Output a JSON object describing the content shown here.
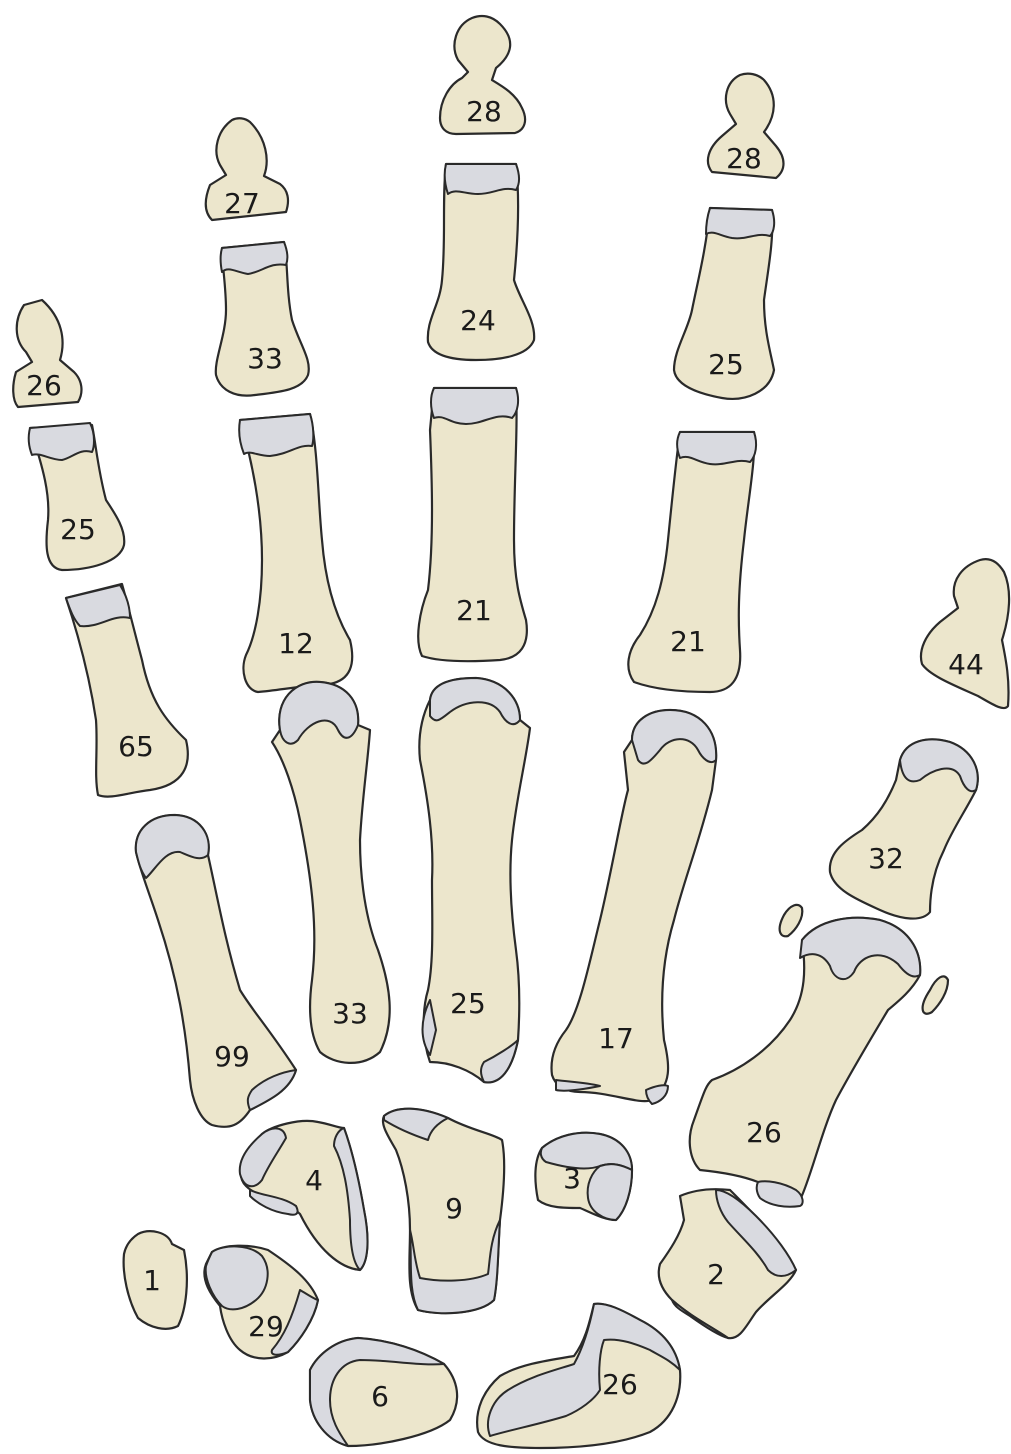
{
  "diagram": {
    "colors": {
      "bone": "#ece6cc",
      "cartilage": "#d9dae0",
      "outline": "#2a2a2a",
      "text": "#1a1a1a"
    },
    "labels": {
      "little_distal": "26",
      "little_middle": "25",
      "little_proximal": "65",
      "little_metacarpal": "99",
      "ring_distal": "27",
      "ring_middle": "33",
      "ring_proximal": "12",
      "ring_metacarpal": "33",
      "middle_distal": "28",
      "middle_middle": "24",
      "middle_proximal": "21",
      "middle_metacarpal": "25",
      "index_distal": "28",
      "index_middle": "25",
      "index_proximal": "21",
      "index_metacarpal": "17",
      "thumb_distal": "44",
      "thumb_proximal": "32",
      "thumb_metacarpal": "26",
      "hamate": "4",
      "capitate": "9",
      "trapezoid": "3",
      "trapezium": "2",
      "pisiform": "1",
      "triquetrum": "29",
      "lunate": "6",
      "scaphoid": "26"
    }
  }
}
